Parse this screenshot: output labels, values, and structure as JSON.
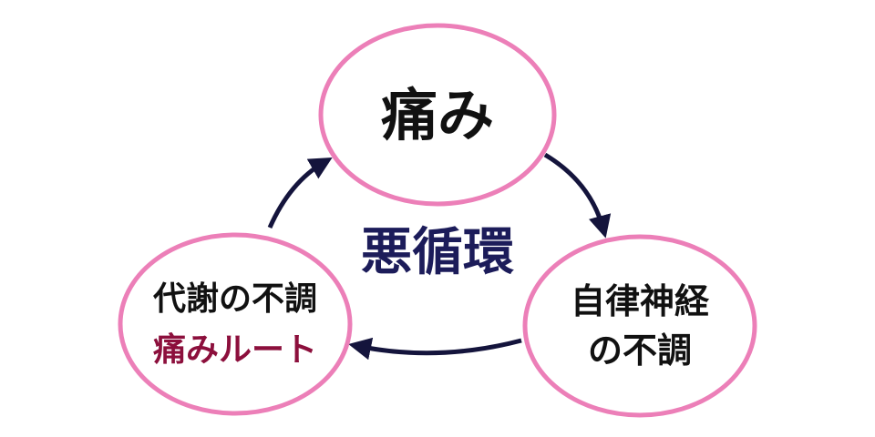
{
  "diagram": {
    "center_label": "悪循環",
    "nodes": {
      "top": {
        "label": "痛み"
      },
      "right": {
        "line1": "自律神経",
        "line2": "の不調"
      },
      "left": {
        "line1": "代謝の不調",
        "line2": "痛みルート"
      }
    }
  },
  "colors": {
    "circle_stroke": "#ec7fb8",
    "arrow": "#14143c",
    "text_black": "#111111",
    "center_label": "#1c1c5a",
    "accent_text": "#8c0f3c"
  }
}
